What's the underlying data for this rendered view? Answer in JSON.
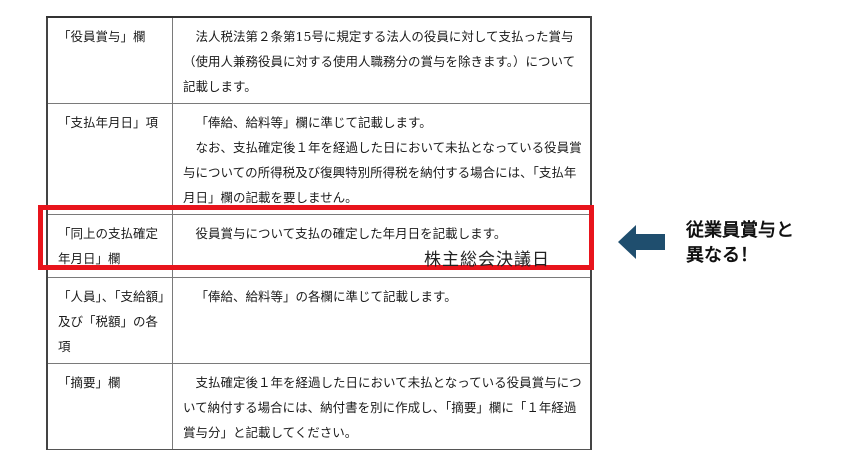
{
  "table": {
    "rows": [
      {
        "label": "「役員賞与」欄",
        "lines": [
          "法人税法第２条第15号に規定する法人の役員に対して支払った賞与（使用人兼務役員に対する使用人職務分の賞与を除きます。）について記載します。"
        ]
      },
      {
        "label": "「支払年月日」項",
        "lines": [
          "「俸給、給料等」欄に準じて記載します。",
          "なお、支払確定後１年を経過した日において未払となっている役員賞与についての所得税及び復興特別所得税を納付する場合には、「支払年月日」欄の記載を要しません。"
        ]
      },
      {
        "label": "「同上の支払確定年月日」欄",
        "lines": [
          "役員賞与について支払の確定した年月日を記載します。"
        ]
      },
      {
        "label": "「人員」、「支給額」及び「税額」の各項",
        "lines": [
          "「俸給、給料等」の各欄に準じて記載します。"
        ]
      },
      {
        "label": "「摘要」欄",
        "lines": [
          "支払確定後１年を経過した日において未払となっている役員賞与について納付する場合には、納付書を別に作成し、「摘要」欄に「１年経過賞与分」と記載してください。"
        ]
      }
    ]
  },
  "annotation": {
    "note": "株主総会決議日",
    "callout_line1": "従業員賞与と",
    "callout_line2": "異なる！",
    "highlight_color": "#e8141c",
    "arrow_color": "#1f4e6e"
  }
}
